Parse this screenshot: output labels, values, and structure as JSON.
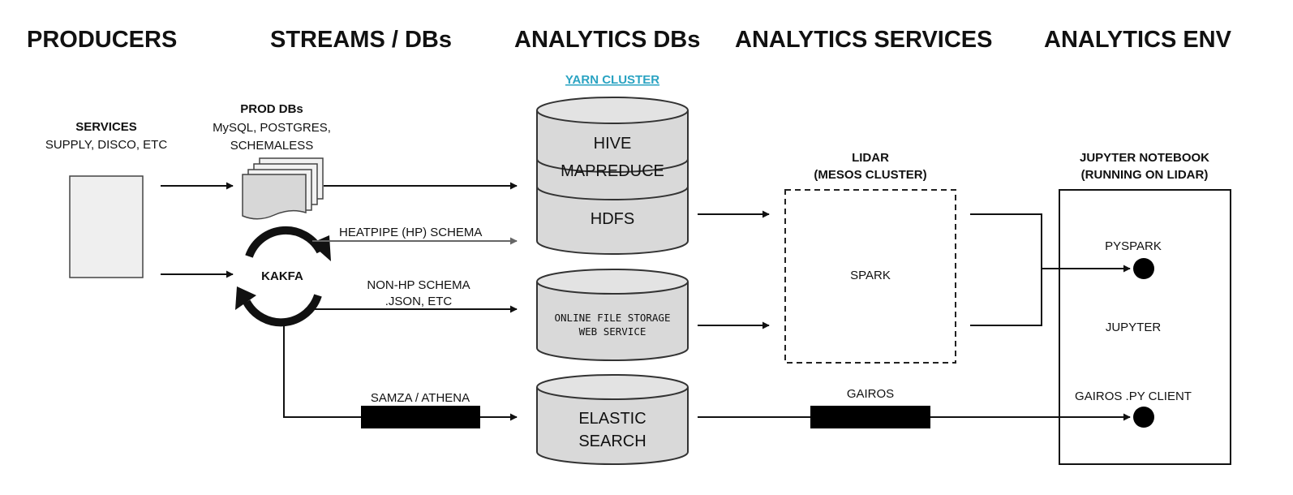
{
  "headers": {
    "producers": "PRODUCERS",
    "streams_dbs": "STREAMS / DBs",
    "analytics_dbs": "ANALYTICS DBs",
    "analytics_services": "ANALYTICS SERVICES",
    "analytics_env": "ANALYTICS ENV"
  },
  "producers": {
    "title": "SERVICES",
    "subtitle": "SUPPLY, DISCO, ETC"
  },
  "streams": {
    "prod_dbs_title": "PROD DBs",
    "prod_dbs_line1": "MySQL, POSTGRES,",
    "prod_dbs_line2": "SCHEMALESS",
    "kafka": "KAKFA",
    "heatpipe_schema": "HEATPIPE (HP) SCHEMA",
    "non_hp_schema_line1": "NON-HP SCHEMA",
    "non_hp_schema_line2": ".JSON, ETC",
    "samza_athena": "SAMZA / ATHENA"
  },
  "analytics_dbs": {
    "yarn_cluster": "YARN CLUSTER",
    "hive": "HIVE",
    "mapreduce": "MAPREDUCE",
    "hdfs": "HDFS",
    "online_storage_line1": "ONLINE FILE STORAGE",
    "online_storage_line2": "WEB SERVICE",
    "elastic_line1": "ELASTIC",
    "elastic_line2": "SEARCH"
  },
  "analytics_services": {
    "lidar_line1": "LIDAR",
    "lidar_line2": "(MESOS CLUSTER)",
    "spark": "SPARK",
    "gairos": "GAIROS"
  },
  "analytics_env": {
    "notebook_line1": "JUPYTER NOTEBOOK",
    "notebook_line2": "(RUNNING ON LIDAR)",
    "pyspark": "PYSPARK",
    "jupyter": "JUPYTER",
    "gairos_client": "GAIROS .PY CLIENT"
  },
  "colors": {
    "link": "#2aa3c2",
    "cylinder_fill": "#d9d9d9",
    "ink": "#111111",
    "bar_fill": "#000000"
  }
}
